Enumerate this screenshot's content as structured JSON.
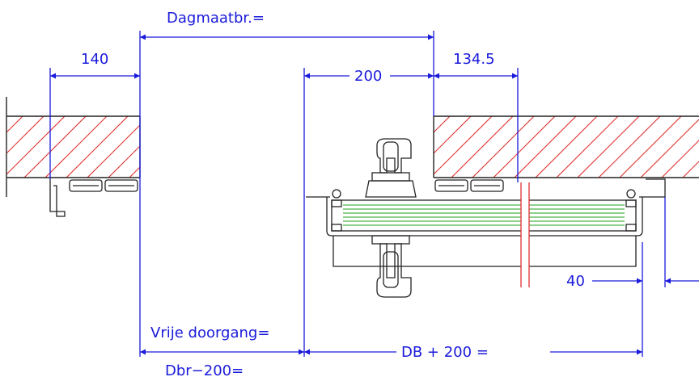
{
  "dimensions": {
    "dagmaat": "Dagmaatbr.=",
    "wall_left": "140",
    "leaf_offset": "200",
    "wall_right": "134.5",
    "overlap": "40",
    "free_passage": "Vrije doorgang=",
    "free_passage_formula": "Dbr−200=",
    "total": "DB + 200 ="
  },
  "colors": {
    "dimension": "#1a1adb",
    "hatch": "#e03030",
    "glass": "#1ea01e",
    "outline": "#222222"
  },
  "icons": [
    "door-handle-top-icon",
    "door-handle-bottom-icon"
  ]
}
